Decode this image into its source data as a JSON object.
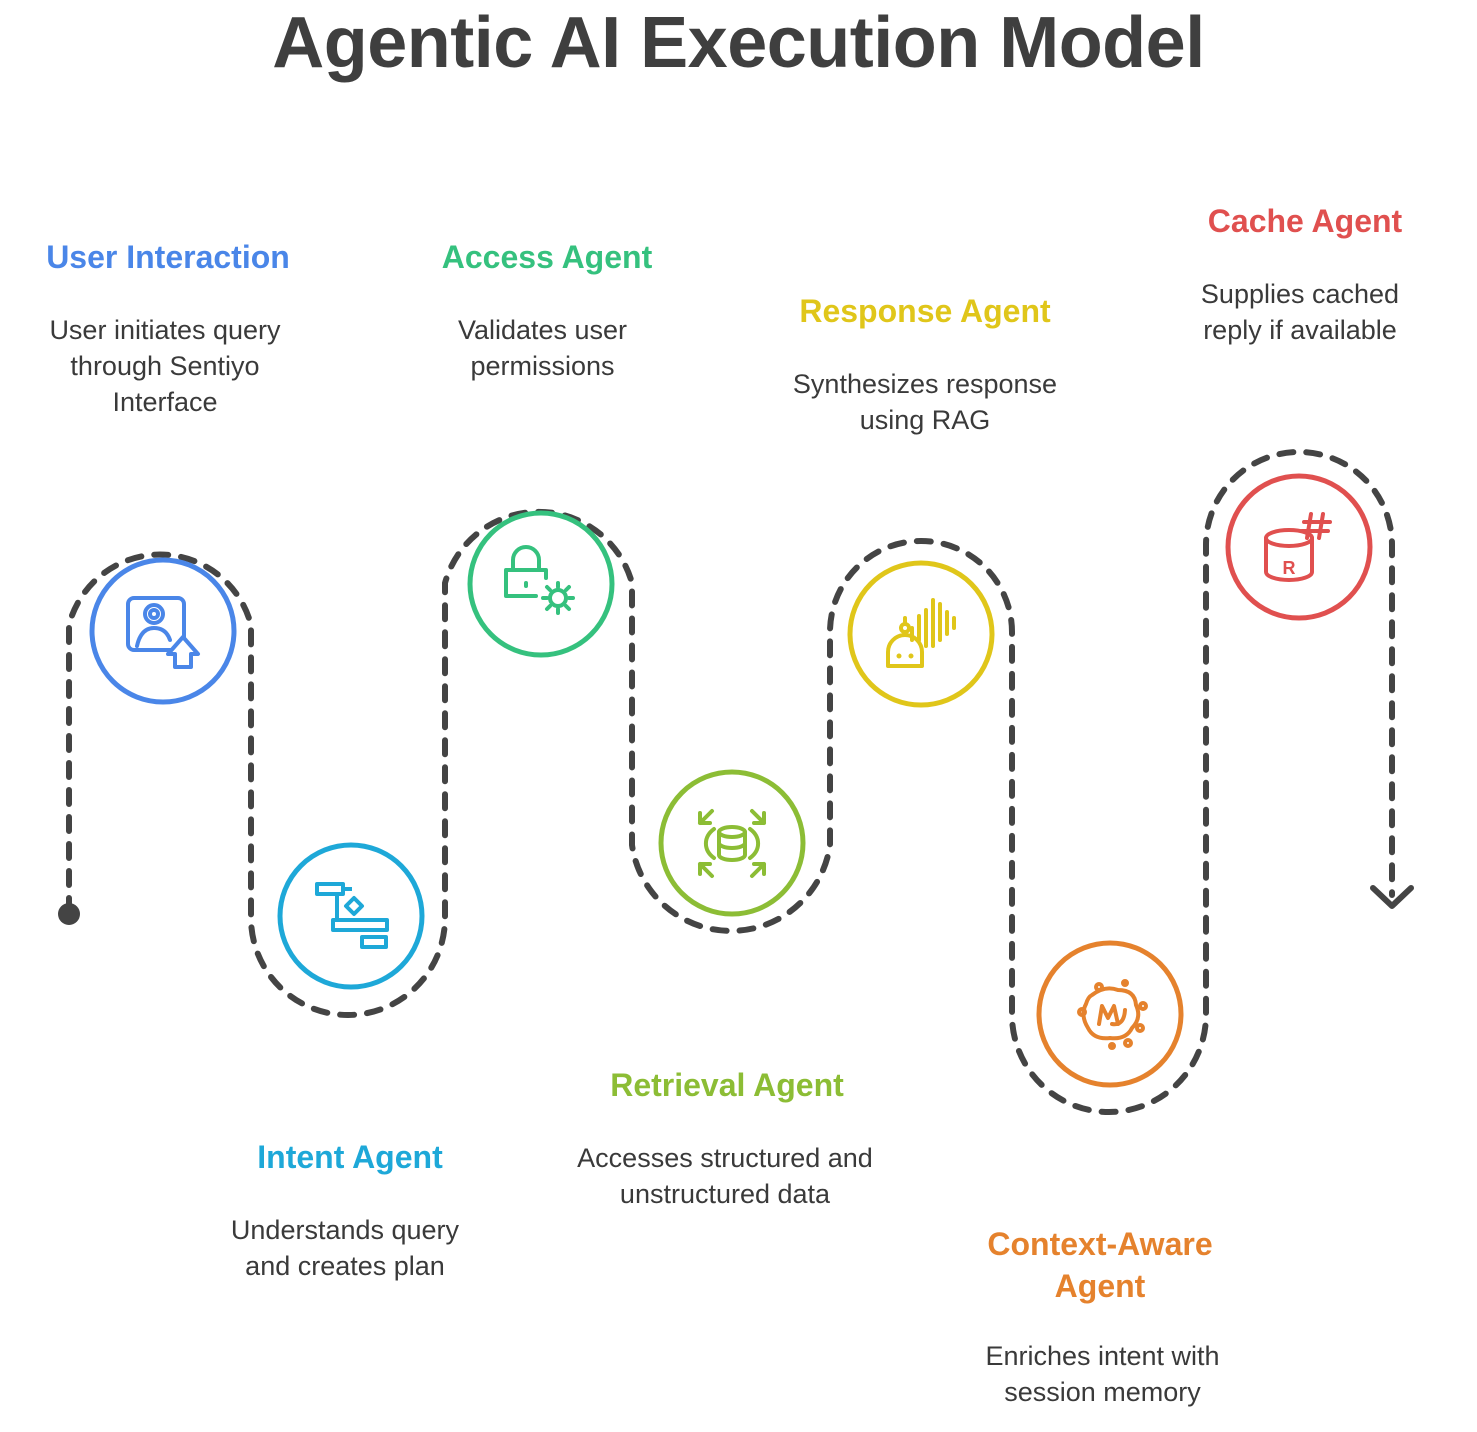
{
  "title": "Agentic AI Execution Model",
  "steps": [
    {
      "title": "User Interaction",
      "desc": "User initiates query through Sentiyo Interface",
      "color": "#4a86e8",
      "icon": "user-upload-icon"
    },
    {
      "title": "Intent Agent",
      "desc": "Understands query and creates plan",
      "color": "#1ea8d8",
      "icon": "gantt-plan-icon"
    },
    {
      "title": "Access Agent",
      "desc": "Validates user permissions",
      "color": "#35c17e",
      "icon": "lock-gear-icon"
    },
    {
      "title": "Retrieval Agent",
      "desc": "Accesses structured and unstructured data",
      "color": "#8cbd35",
      "icon": "database-expand-icon"
    },
    {
      "title": "Response Agent",
      "desc": "Synthesizes response using RAG",
      "color": "#e0c61a",
      "icon": "robot-voice-icon"
    },
    {
      "title": "Context-Aware Agent",
      "desc": "Enriches intent with session memory",
      "color": "#e5822d",
      "icon": "memory-brain-icon"
    },
    {
      "title": "Cache Agent",
      "desc": "Supplies cached reply if available",
      "color": "#e0504f",
      "icon": "redis-cache-icon"
    }
  ],
  "icon_labels": {
    "cache": "R"
  },
  "connector_color": "#444444"
}
